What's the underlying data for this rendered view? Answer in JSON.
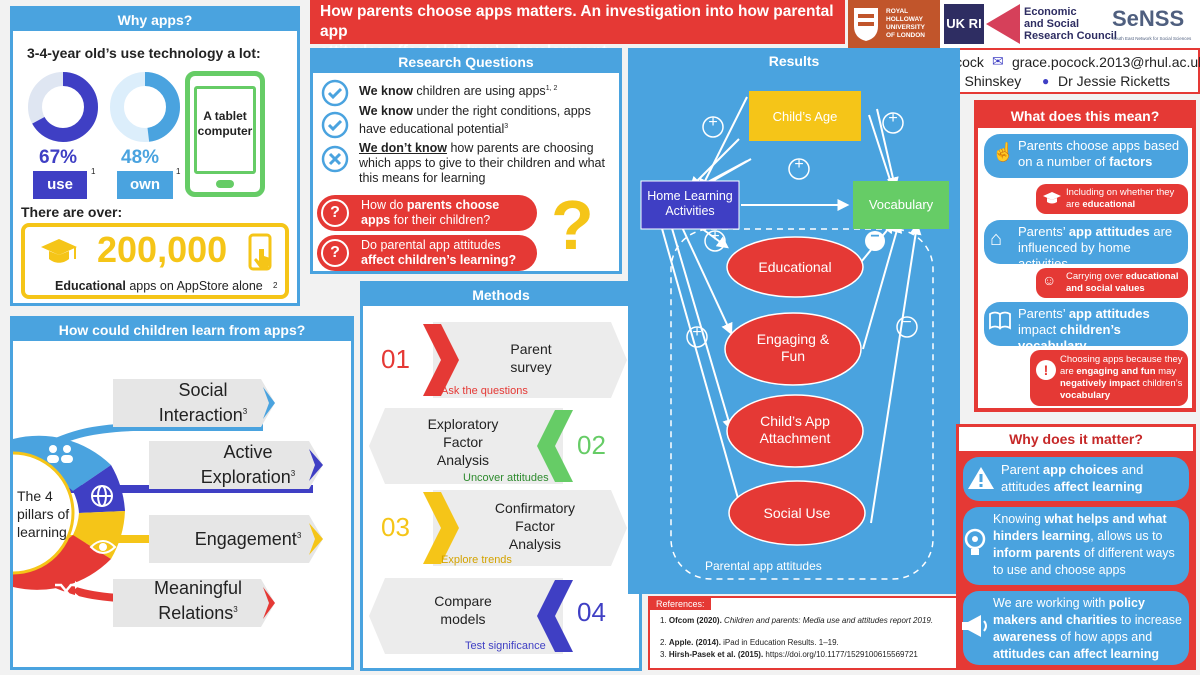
{
  "header": {
    "title_line1": "How parents choose apps matters. An investigation into how parental app",
    "title_line2": "attitudes affect children’s development",
    "authors": [
      "Grace Pocock",
      "grace.pocock.2013@rhul.ac.uk",
      "Dr Jeanne Shinskey",
      "Dr Jessie Ricketts"
    ],
    "logos": {
      "royal_holloway": [
        "ROYAL",
        "HOLLOWAY",
        "UNIVERSITY",
        "OF LONDON"
      ],
      "ukri": "UK RI",
      "esrc": [
        "Economic",
        "and Social",
        "Research Council"
      ],
      "senss": "SeNSS",
      "senss_sub": "South East Network for Social Sciences"
    }
  },
  "why_apps": {
    "title": "Why apps?",
    "subtitle": "3-4-year old’s use technology a lot:",
    "use_pct": "67%",
    "use_label": "use",
    "own_pct": "48%",
    "own_label": "own",
    "ref1": "1",
    "tablet_label": "A tablet computer",
    "over": "There are over:",
    "count": "200,000",
    "caption_bold": "Educational",
    "caption_rest": " apps on AppStore alone",
    "ref2": "2",
    "use_value": 0.67,
    "own_value": 0.48
  },
  "learn": {
    "title": "How could children learn from apps?",
    "center": [
      "The 4",
      "pillars of",
      "learning"
    ],
    "pillars": [
      {
        "label": [
          "Social",
          "Interaction"
        ],
        "ref": "3"
      },
      {
        "label": [
          "Active",
          "Exploration"
        ],
        "ref": "3"
      },
      {
        "label": [
          "Engagement"
        ],
        "ref": "3"
      },
      {
        "label": [
          "Meaningful",
          "Relations"
        ],
        "ref": "3"
      }
    ]
  },
  "research": {
    "title": "Research Questions",
    "items": [
      {
        "bold": "We know",
        "rest": " children are using apps",
        "ref": "1, 2"
      },
      {
        "bold": "We know",
        "rest": " under the right conditions, apps have educational potential",
        "ref": "3"
      },
      {
        "bold": "We don’t know",
        "rest": " how parents are choosing which apps to give to their children and what this means for learning",
        "ref": ""
      }
    ],
    "q1_a": "How do ",
    "q1_b": "parents choose apps",
    "q1_c": " for their children?",
    "q2_a": "Do parental app attitudes ",
    "q2_b": "affect children’s learning?"
  },
  "methods": {
    "title": "Methods",
    "steps": [
      {
        "num": "01",
        "label": [
          "Parent",
          "survey"
        ],
        "sub": "Ask the questions"
      },
      {
        "num": "02",
        "label": [
          "Exploratory",
          "Factor",
          "Analysis"
        ],
        "sub": "Uncover attitudes"
      },
      {
        "num": "03",
        "label": [
          "Confirmatory",
          "Factor",
          "Analysis"
        ],
        "sub": "Explore trends"
      },
      {
        "num": "04",
        "label": [
          "Compare",
          "models"
        ],
        "sub": "Test significance"
      }
    ]
  },
  "results": {
    "title": "Results",
    "age": "Child’s Age",
    "home": [
      "Home Learning",
      "Activities"
    ],
    "vocab": "Vocabulary",
    "educational": "Educational",
    "engaging": [
      "Engaging &",
      "Fun"
    ],
    "attachment": [
      "Child’s App",
      "Attachment"
    ],
    "social": "Social Use",
    "parental": "Parental app attitudes",
    "plus": "+",
    "minus": "−"
  },
  "references": {
    "title": "References:",
    "items": [
      {
        "n": "1.",
        "bold": "Ofcom (2020).",
        "rest": " Children and parents: Media use and attitudes report 2019."
      },
      {
        "n": "2.",
        "bold": "Apple. (2014).",
        "rest": " iPad in Education Results. 1–19."
      },
      {
        "n": "3.",
        "bold": "Hirsh-Pasek et al. (2015).",
        "rest": " https://doi.org/10.1177/1529100615569721"
      }
    ]
  },
  "meaning": {
    "title": "What does this mean?",
    "b1_a": "Parents choose apps based on a number of ",
    "b1_b": "factors",
    "s1_a": "Including on whether they are ",
    "s1_b": "educational",
    "b2_a": "Parents’ ",
    "b2_b": "app attitudes",
    "b2_c": " are influenced by home activities",
    "s2_a": "Carrying over ",
    "s2_b": "educational and social values",
    "b3_a": "Parents’ ",
    "b3_b": "app attitudes",
    "b3_c": " impact ",
    "b3_d": "children’s vocabulary",
    "s3_a": "Choosing apps because they are ",
    "s3_b": "engaging and fun",
    "s3_c": " may ",
    "s3_d": "negatively impact",
    "s3_e": " children’s ",
    "s3_f": "vocabulary"
  },
  "matter": {
    "title": "Why does it matter?",
    "m1_a": "Parent ",
    "m1_b": "app choices",
    "m1_c": " and attitudes ",
    "m1_d": "affect learning",
    "m2_a": "Knowing ",
    "m2_b": "what helps and what hinders learning",
    "m2_c": ", allows us to ",
    "m2_d": "inform parents",
    "m2_e": " of different ways to use  and choose apps",
    "m3_a": "We are working with ",
    "m3_b": "policy makers and charities",
    "m3_c": " to increase ",
    "m3_d": "awareness",
    "m3_e": " of how apps and ",
    "m3_f": "attitudes can affect learning"
  },
  "colors": {
    "blue": "#4aa3df",
    "red": "#e53935",
    "yellow": "#f5c518",
    "green": "#66cc66",
    "navy": "#3f3fc4"
  }
}
